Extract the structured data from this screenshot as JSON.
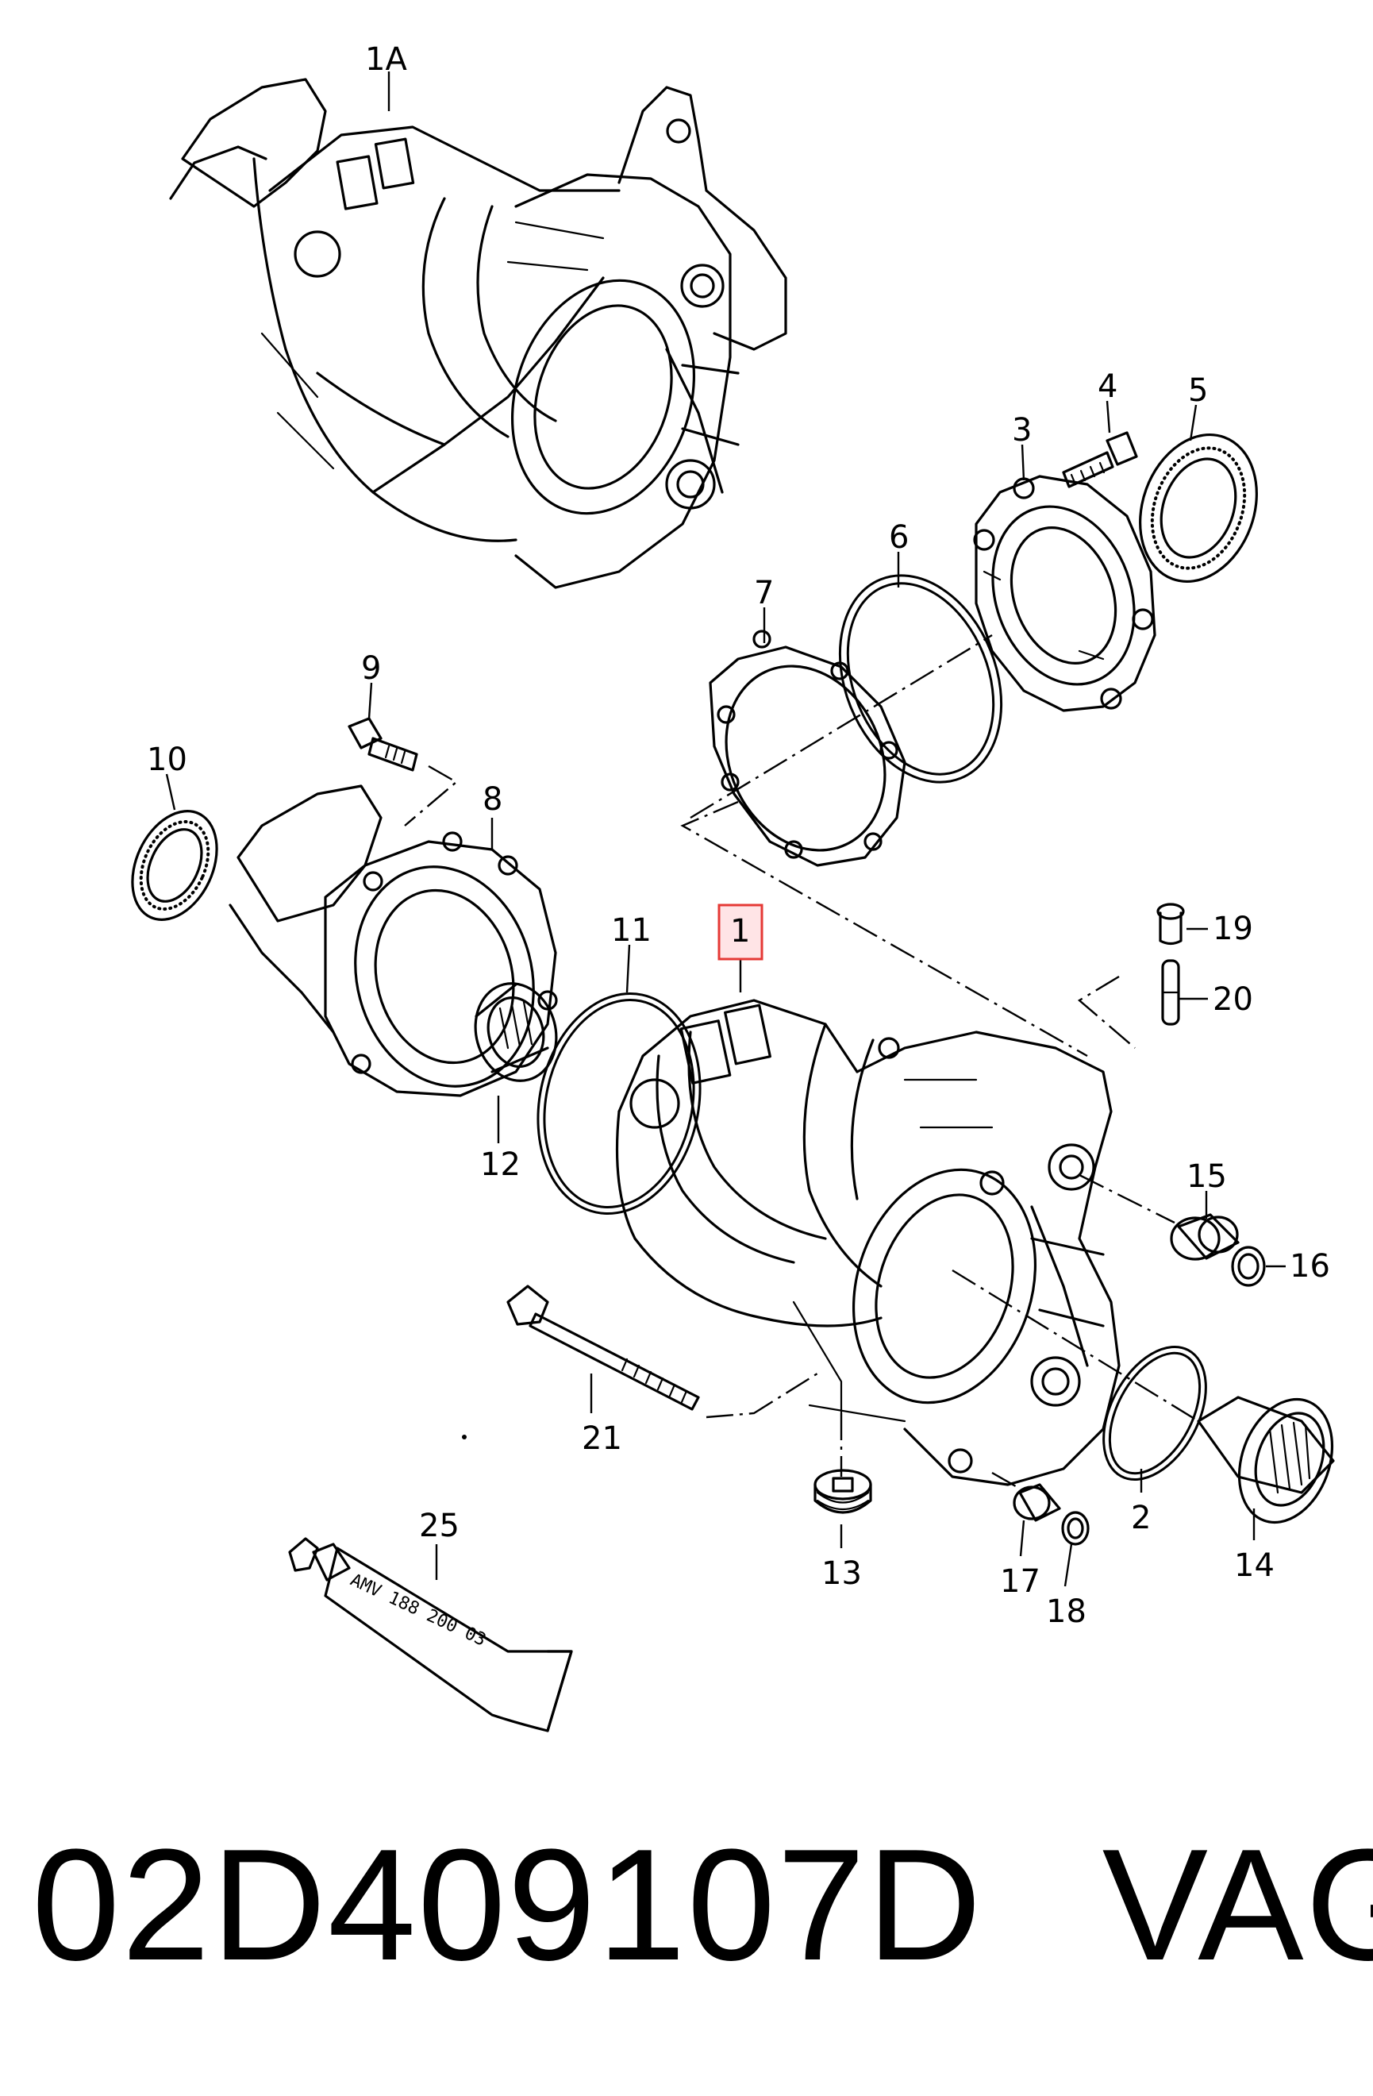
{
  "labels": {
    "l1A": "1A",
    "l1": "1",
    "l2": "2",
    "l3": "3",
    "l4": "4",
    "l5": "5",
    "l6": "6",
    "l7": "7",
    "l8": "8",
    "l9": "9",
    "l10": "10",
    "l11": "11",
    "l12": "12",
    "l13": "13",
    "l14": "14",
    "l15": "15",
    "l16": "16",
    "l17": "17",
    "l18": "18",
    "l19": "19",
    "l20": "20",
    "l21": "21",
    "l25": "25"
  },
  "tube_text": "AMV 188 200 03",
  "footer": {
    "part_number": "02D409107D",
    "brand": "VAG"
  },
  "highlight_color": "#e53935"
}
